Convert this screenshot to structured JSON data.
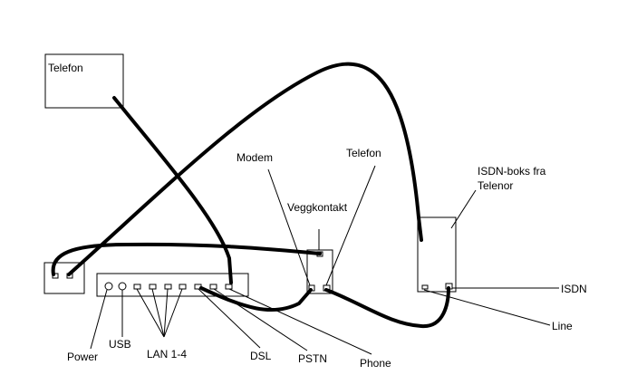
{
  "labels": {
    "telefon_top": "Telefon",
    "modem": "Modem",
    "telefon_right": "Telefon",
    "isdn_box": "ISDN-boks fra",
    "isdn_box_line2": "Telenor",
    "veggkontakt": "Veggkontakt",
    "isdn": "ISDN",
    "line": "Line",
    "power": "Power",
    "usb": "USB",
    "lan": "LAN 1-4",
    "dsl": "DSL",
    "pstn": "PSTN",
    "phone": "Phone"
  }
}
